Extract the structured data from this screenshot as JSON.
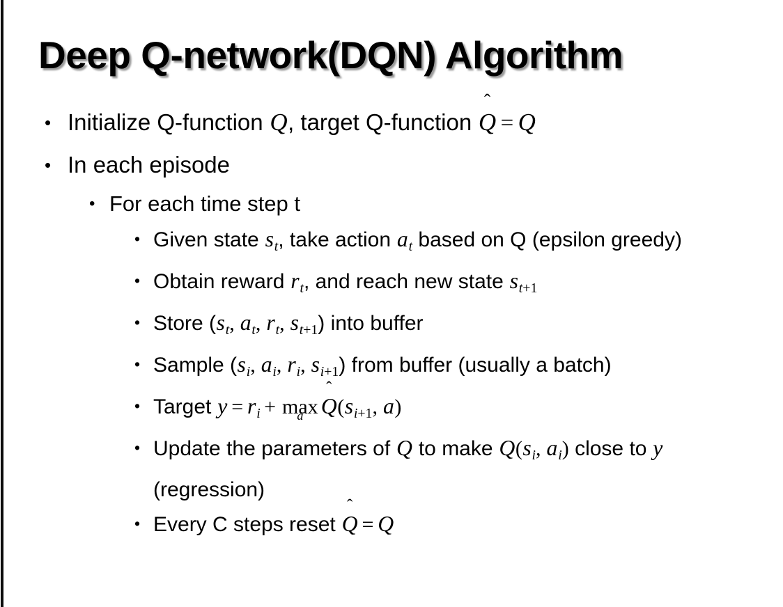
{
  "slide": {
    "title": "Deep Q-network(DQN) Algorithm",
    "background_color": "#ffffff",
    "text_color": "#000000",
    "edge_stripe_color": "#0d0d0d",
    "bullet_glyph": "•"
  },
  "content": {
    "b1_prefix": "Initialize Q-function ",
    "b1_var_q1": "Q",
    "b1_mid": ", target Q-function ",
    "b1_qhat": "Q",
    "b1_hat": "̂",
    "b1_eq": "=",
    "b1_var_q2": "Q",
    "b2_text": "In each episode",
    "b3_text": "For each time step t",
    "b4_prefix": "Given state ",
    "b4_s": "s",
    "b4_s_sub": "t",
    "b4_mid": ", take action ",
    "b4_a": "a",
    "b4_a_sub": "t",
    "b4_suffix": " based on Q (epsilon greedy)",
    "b5_prefix": "Obtain reward ",
    "b5_r": "r",
    "b5_r_sub": "t",
    "b5_mid": ", and reach new state ",
    "b5_s": "s",
    "b5_s_sub_var": "t",
    "b5_s_sub_plus": "+1",
    "b6_prefix": "Store (",
    "b6_s1": "s",
    "b6_s1_sub": "t",
    "b6_c1": ", ",
    "b6_a": "a",
    "b6_a_sub": "t",
    "b6_c2": ", ",
    "b6_r": "r",
    "b6_r_sub": "t",
    "b6_c3": ", ",
    "b6_s2": "s",
    "b6_s2_sub_var": "t",
    "b6_s2_sub_plus": "+1",
    "b6_suffix": ") into buffer",
    "b7_prefix": "Sample (",
    "b7_s1": "s",
    "b7_s1_sub": "i",
    "b7_c1": ", ",
    "b7_a": "a",
    "b7_a_sub": "i",
    "b7_c2": ", ",
    "b7_r": "r",
    "b7_r_sub": "i",
    "b7_c3": ", ",
    "b7_s2": "s",
    "b7_s2_sub_var": "i",
    "b7_s2_sub_plus": "+1",
    "b7_suffix": ") from buffer (usually a batch)",
    "b8_prefix": "Target ",
    "b8_y": "y",
    "b8_eq": "=",
    "b8_r": "r",
    "b8_r_sub": "i",
    "b8_plus": "+",
    "b8_max": "max",
    "b8_max_sub": "a",
    "b8_qhat": "Q",
    "b8_hat": "̂",
    "b8_open": "(",
    "b8_s": "s",
    "b8_s_sub_var": "i",
    "b8_s_sub_plus": "+1",
    "b8_comma": ", ",
    "b8_a": "a",
    "b8_close": ")",
    "b9_prefix": "Update the parameters of ",
    "b9_q1": "Q",
    "b9_mid": " to make ",
    "b9_q2": "Q",
    "b9_open": "(",
    "b9_s": "s",
    "b9_s_sub": "i",
    "b9_comma": ", ",
    "b9_a": "a",
    "b9_a_sub": "i",
    "b9_close": ")",
    "b9_tail": " close to ",
    "b9_y": "y",
    "b9_end": " (regression)",
    "b10_prefix": "Every C steps reset ",
    "b10_qhat": "Q",
    "b10_hat": "̂",
    "b10_eq": "=",
    "b10_q": "Q"
  }
}
